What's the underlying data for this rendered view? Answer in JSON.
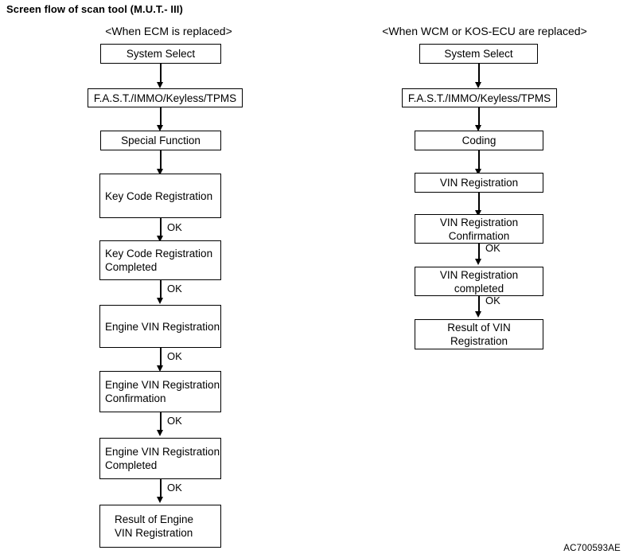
{
  "title": "Screen flow of scan tool (M.U.T.- III)",
  "footer_code": "AC700593AE",
  "columns": [
    {
      "id": "ecm",
      "header": "<When ECM is replaced>",
      "nodes": [
        {
          "label": "System Select"
        },
        {
          "label": "F.A.S.T./IMMO/Keyless/TPMS"
        },
        {
          "label": "Special Function"
        },
        {
          "label": "Key Code Registration"
        },
        {
          "label": "Key Code Registration\nCompleted"
        },
        {
          "label": "Engine VIN Registration"
        },
        {
          "label": "Engine VIN Registration\nConfirmation"
        },
        {
          "label": "Engine VIN Registration\nCompleted"
        },
        {
          "label": "Result of Engine\nVIN Registration"
        }
      ],
      "edge_labels": [
        "",
        "",
        "",
        "OK",
        "OK",
        "OK",
        "OK",
        "OK"
      ]
    },
    {
      "id": "wcm",
      "header": "<When WCM or KOS-ECU are replaced>",
      "nodes": [
        {
          "label": "System Select"
        },
        {
          "label": "F.A.S.T./IMMO/Keyless/TPMS"
        },
        {
          "label": "Coding"
        },
        {
          "label": "VIN Registration"
        },
        {
          "label": "VIN Registration\nConfirmation"
        },
        {
          "label": "VIN Registration\ncompleted"
        },
        {
          "label": "Result of VIN\nRegistration"
        }
      ],
      "edge_labels": [
        "",
        "",
        "",
        "",
        "OK",
        "OK"
      ]
    }
  ]
}
